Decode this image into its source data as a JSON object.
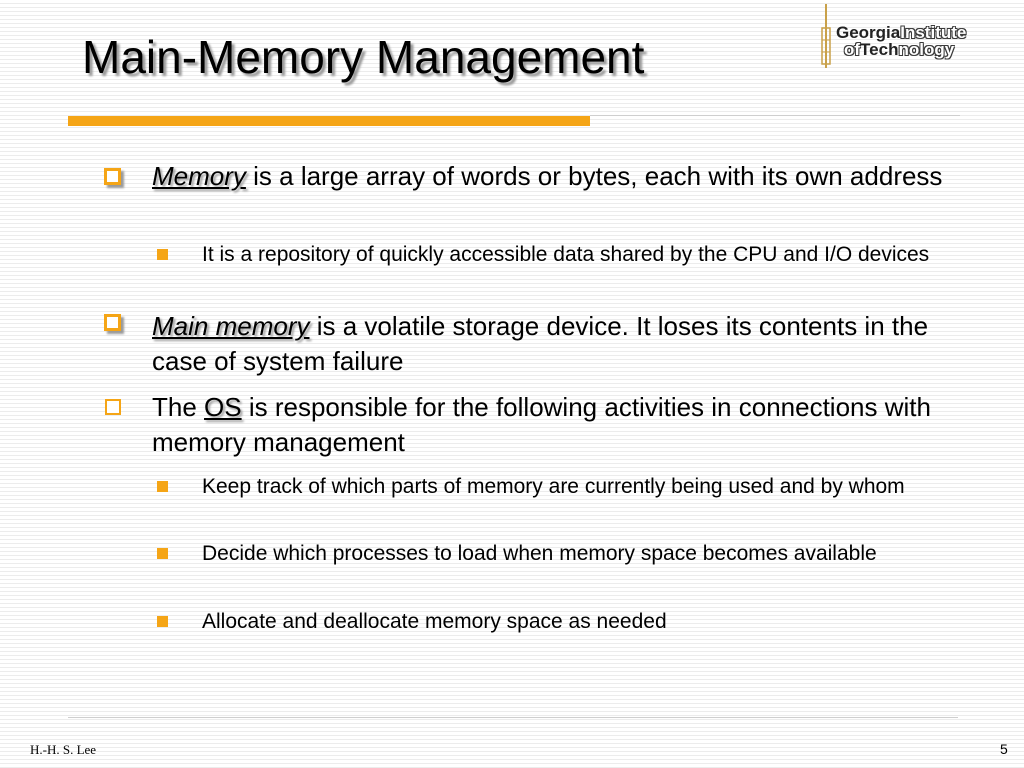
{
  "slide": {
    "title": "Main-Memory Management",
    "logo": {
      "line1_bold": "Georgia",
      "line1_light": "Institute",
      "line2_light_a": "of",
      "line2_bold": "Tech",
      "line2_light_b": "nology"
    },
    "colors": {
      "accent": "#f5a516",
      "background_lines": "#ececec"
    },
    "bullets": [
      {
        "term": "Memory",
        "text": " is a large array of words or bytes, each with its own address"
      },
      {
        "text": " It is a repository of quickly accessible data shared by the CPU and I/O devices"
      },
      {
        "term": "Main memory",
        "text": " is a volatile storage device.  It loses its contents in the case of system failure"
      },
      {
        "prefix": "The ",
        "term": "OS",
        "text": " is responsible for the following activities in connections with memory management"
      },
      {
        "text": "Keep track of which parts of memory are currently being used and by whom"
      },
      {
        "text": "Decide which processes to load when memory space becomes available"
      },
      {
        "text": "Allocate and deallocate memory space as needed"
      }
    ],
    "footer": {
      "author": "H.-H. S. Lee",
      "page_number": "5"
    }
  }
}
